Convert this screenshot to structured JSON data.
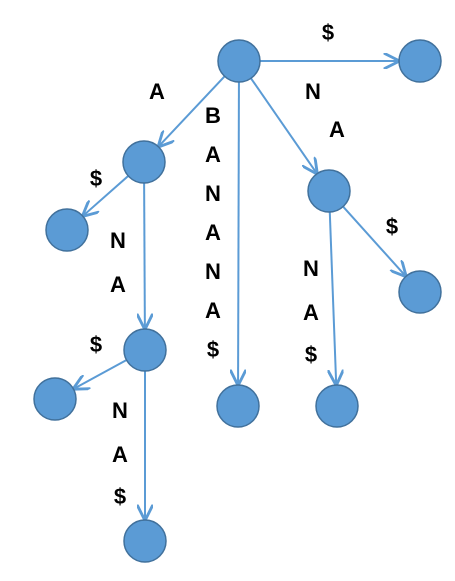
{
  "diagram": {
    "title": "",
    "colors": {
      "node_fill": "#5b9bd5",
      "node_stroke": "#41719c",
      "edge": "#5b9bd5",
      "label": "#000000"
    },
    "nodes": [
      {
        "id": "root"
      },
      {
        "id": "n-dollar"
      },
      {
        "id": "n-a"
      },
      {
        "id": "n-a-dollar"
      },
      {
        "id": "n-ana"
      },
      {
        "id": "n-ana-dollar"
      },
      {
        "id": "n-anana"
      },
      {
        "id": "n-banana"
      },
      {
        "id": "n-na"
      },
      {
        "id": "n-na-dollar"
      },
      {
        "id": "n-nana"
      }
    ],
    "edges": [
      {
        "id": "e-root-dollar",
        "from": "root",
        "to": "n-dollar",
        "label": [
          "$"
        ]
      },
      {
        "id": "e-root-a",
        "from": "root",
        "to": "n-a",
        "label": [
          "A"
        ]
      },
      {
        "id": "e-root-banana",
        "from": "root",
        "to": "n-banana",
        "label": [
          "B",
          "A",
          "N",
          "A",
          "N",
          "A",
          "$"
        ]
      },
      {
        "id": "e-root-na",
        "from": "root",
        "to": "n-na",
        "label": [
          "N",
          "A"
        ]
      },
      {
        "id": "e-a-dollar",
        "from": "n-a",
        "to": "n-a-dollar",
        "label": [
          "$"
        ]
      },
      {
        "id": "e-a-na",
        "from": "n-a",
        "to": "n-ana",
        "label": [
          "N",
          "A"
        ]
      },
      {
        "id": "e-ana-dollar",
        "from": "n-ana",
        "to": "n-ana-dollar",
        "label": [
          "$"
        ]
      },
      {
        "id": "e-ana-na",
        "from": "n-ana",
        "to": "n-anana",
        "label": [
          "N",
          "A",
          "$"
        ]
      },
      {
        "id": "e-na-dollar",
        "from": "n-na",
        "to": "n-na-dollar",
        "label": [
          "$"
        ]
      },
      {
        "id": "e-na-na",
        "from": "n-na",
        "to": "n-nana",
        "label": [
          "N",
          "A",
          "$"
        ]
      }
    ]
  }
}
